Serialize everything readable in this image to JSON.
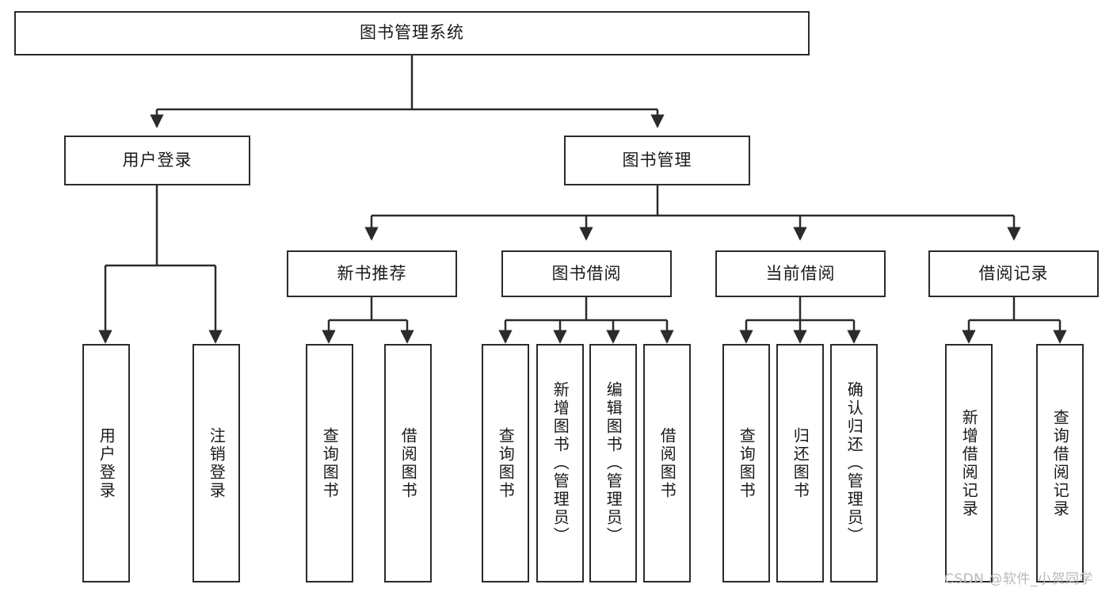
{
  "diagram": {
    "title": "图书管理系统",
    "type": "tree-hierarchy",
    "watermark": "CSDN @软件_小贺同学",
    "colors": {
      "border": "#2b2b2b",
      "background": "#ffffff",
      "text": "#1a1a1a",
      "watermark": "#b9b9b9"
    }
  },
  "nodes": {
    "root": {
      "label": "图书管理系统"
    },
    "level2": [
      {
        "label": "用户登录"
      },
      {
        "label": "图书管理"
      }
    ],
    "level3": [
      {
        "label": "新书推荐"
      },
      {
        "label": "图书借阅"
      },
      {
        "label": "当前借阅"
      },
      {
        "label": "借阅记录"
      }
    ],
    "leaves": {
      "user_login": [
        {
          "label": "用户登录"
        },
        {
          "label": "注销登录"
        }
      ],
      "new_book": [
        {
          "label": "查询图书"
        },
        {
          "label": "借阅图书"
        }
      ],
      "book_borrow": [
        {
          "label": "查询图书"
        },
        {
          "label": "新增图书（管理员）"
        },
        {
          "label": "编辑图书（管理员）"
        },
        {
          "label": "借阅图书"
        }
      ],
      "current_borrow": [
        {
          "label": "查询图书"
        },
        {
          "label": "归还图书"
        },
        {
          "label": "确认归还（管理员）"
        }
      ],
      "borrow_record": [
        {
          "label": "新增借阅记录"
        },
        {
          "label": "查询借阅记录"
        }
      ]
    }
  }
}
